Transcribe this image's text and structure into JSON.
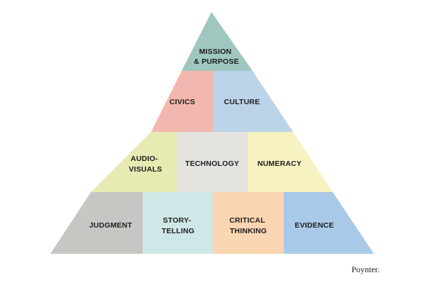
{
  "blocks": [
    {
      "id": "mission",
      "lines": [
        "MISSION",
        "& PURPOSE"
      ],
      "color": "#9fc7bf"
    },
    {
      "id": "civics",
      "lines": [
        "CIVICS"
      ],
      "color": "#f2b7ae"
    },
    {
      "id": "culture",
      "lines": [
        "CULTURE"
      ],
      "color": "#bcd4ea"
    },
    {
      "id": "audio",
      "lines": [
        "AUDIO-",
        "VISUALS"
      ],
      "color": "#e7ebb2"
    },
    {
      "id": "technology",
      "lines": [
        "TECHNOLOGY"
      ],
      "color": "#e5e3df"
    },
    {
      "id": "numeracy",
      "lines": [
        "NUMERACY"
      ],
      "color": "#f6f2c2"
    },
    {
      "id": "judgment",
      "lines": [
        "JUDGMENT"
      ],
      "color": "#c8c6c3"
    },
    {
      "id": "storytelling",
      "lines": [
        "STORY-",
        "TELLING"
      ],
      "color": "#d0e7e7"
    },
    {
      "id": "critical",
      "lines": [
        "CRITICAL",
        "THINKING"
      ],
      "color": "#fbd6b2"
    },
    {
      "id": "evidence",
      "lines": [
        "EVIDENCE"
      ],
      "color": "#a9c9e9"
    }
  ],
  "credit": "Poynter."
}
